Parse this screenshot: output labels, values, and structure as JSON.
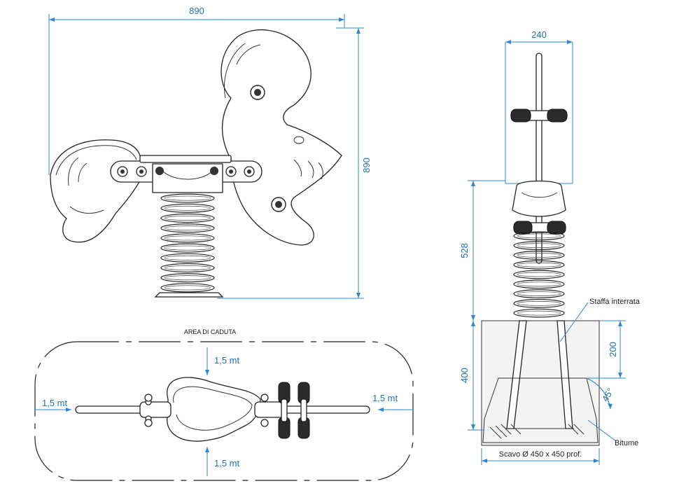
{
  "side_view": {
    "width_label": "890",
    "height_label": "890"
  },
  "front_view": {
    "seat_width_label": "240",
    "seat_height_label": "528",
    "foundation_depth_label": "400",
    "bracket_depth_label": "200",
    "angle_label": "45°",
    "buried_bracket_label": "Staffa interrata",
    "bitumen_label": "Bitume",
    "excavation_label": "Scavo Ø 450 x 450 prof."
  },
  "top_view": {
    "fall_area_title": "AREA DI CADUTA",
    "clearance_top": "1,5 mt",
    "clearance_bottom": "1,5 mt",
    "clearance_left": "1,5 mt",
    "clearance_right": "1,5 mt"
  },
  "colors": {
    "dimension": "#1f6fb8",
    "ink": "#222222"
  }
}
